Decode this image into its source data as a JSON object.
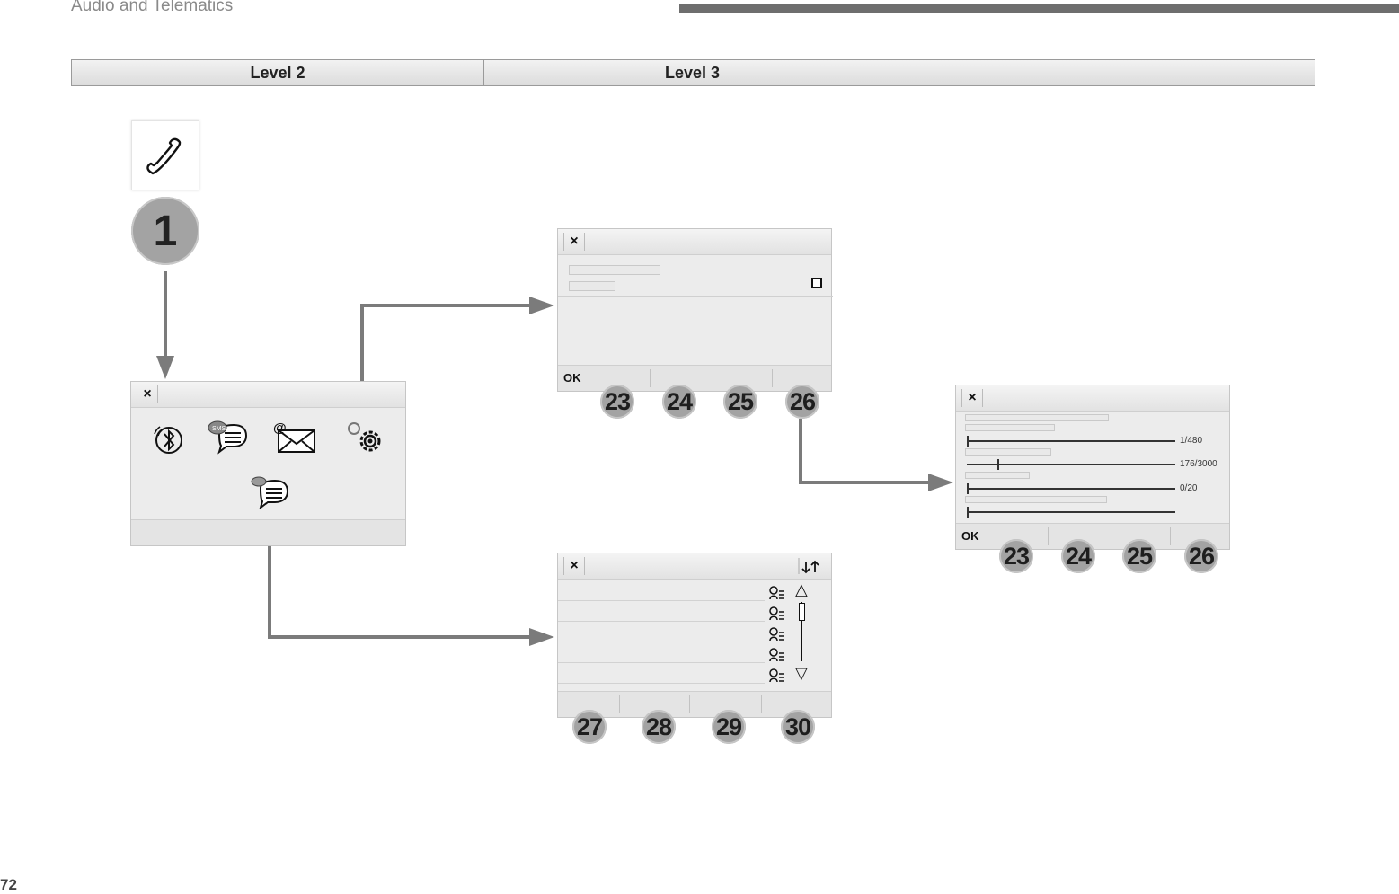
{
  "header": {
    "section_title": "Audio and Telematics"
  },
  "levels": {
    "level2": "Level 2",
    "level3": "Level 3"
  },
  "step_badge": "1",
  "icons": {
    "phone": "phone-handset-icon",
    "bluetooth": "bluetooth-icon",
    "sms": "sms-bubble-icon",
    "email": "email-envelope-icon",
    "settings": "settings-gear-icon",
    "messages": "messages-bubble-icon",
    "close": "close-icon",
    "sort": "sort-arrows-icon",
    "contact": "contact-list-icon"
  },
  "screens": {
    "close_symbol": "×",
    "ok_label": "OK",
    "scroll_up": "△",
    "scroll_down": "▽"
  },
  "options_screen_badges": [
    "23",
    "24",
    "25",
    "26"
  ],
  "settings_screen": {
    "slider_values": [
      "1/480",
      "176/3000",
      "0/20"
    ],
    "badges": [
      "23",
      "24",
      "25",
      "26"
    ]
  },
  "list_screen_badges": [
    "27",
    "28",
    "29",
    "30"
  ],
  "page_number": "72"
}
